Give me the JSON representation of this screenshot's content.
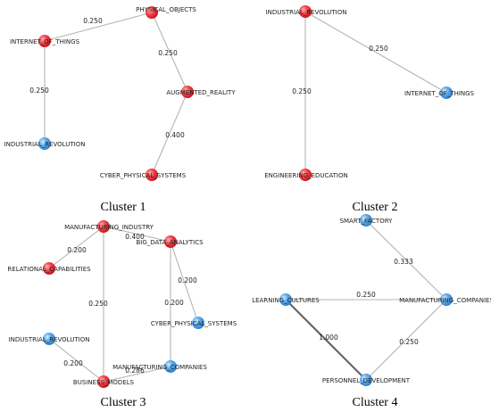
{
  "colors": {
    "red_node": "#e8222a",
    "blue_node": "#4a9ee0",
    "edge": "#b4b4b4",
    "edge_strong": "#666666"
  },
  "clusters": [
    {
      "caption": "Cluster 1",
      "nodes": [
        {
          "id": "c1_physical_objects",
          "label": "PHYSICAL_OBJECTS",
          "color": "red"
        },
        {
          "id": "c1_internet_of_things",
          "label": "INTERNET_OF_THINGS",
          "color": "red"
        },
        {
          "id": "c1_augmented_reality",
          "label": "AUGMENTED_REALITY",
          "color": "red"
        },
        {
          "id": "c1_industrial_revolution",
          "label": "INDUSTRIAL_REVOLUTION",
          "color": "blue"
        },
        {
          "id": "c1_cyber_physical_systems",
          "label": "CYBER_PHYSICAL_SYSTEMS",
          "color": "red"
        }
      ],
      "edges": [
        {
          "from": "c1_internet_of_things",
          "to": "c1_physical_objects",
          "weight": "0.250"
        },
        {
          "from": "c1_physical_objects",
          "to": "c1_augmented_reality",
          "weight": "0.250"
        },
        {
          "from": "c1_internet_of_things",
          "to": "c1_industrial_revolution",
          "weight": "0.250"
        },
        {
          "from": "c1_augmented_reality",
          "to": "c1_cyber_physical_systems",
          "weight": "0.400"
        }
      ]
    },
    {
      "caption": "Cluster 2",
      "nodes": [
        {
          "id": "c2_industrial_revolution",
          "label": "INDUSTRIAL_REVOLUTION",
          "color": "red"
        },
        {
          "id": "c2_internet_of_things",
          "label": "INTERNET_OF_THINGS",
          "color": "blue"
        },
        {
          "id": "c2_engineering_education",
          "label": "ENGINEERING_EDUCATION",
          "color": "red"
        }
      ],
      "edges": [
        {
          "from": "c2_industrial_revolution",
          "to": "c2_internet_of_things",
          "weight": "0.250"
        },
        {
          "from": "c2_industrial_revolution",
          "to": "c2_engineering_education",
          "weight": "0.250"
        }
      ]
    },
    {
      "caption": "Cluster 3",
      "nodes": [
        {
          "id": "c3_manufacturing_industry",
          "label": "MANUFACTURING_INDUSTRY",
          "color": "red"
        },
        {
          "id": "c3_big_data_analytics",
          "label": "BIG_DATA_ANALYTICS",
          "color": "red"
        },
        {
          "id": "c3_relational_capabilities",
          "label": "RELATIONAL_CAPABILITIES",
          "color": "red"
        },
        {
          "id": "c3_cyber_physical_systems",
          "label": "CYBER_PHYSICAL_SYSTEMS",
          "color": "blue"
        },
        {
          "id": "c3_industrial_revolution",
          "label": "INDUSTRIAL_REVOLUTION",
          "color": "blue"
        },
        {
          "id": "c3_manufacturing_companies",
          "label": "MANUFACTURING_COMPANIES",
          "color": "blue"
        },
        {
          "id": "c3_business_models",
          "label": "BUSINESS_MODELS",
          "color": "red"
        }
      ],
      "edges": [
        {
          "from": "c3_manufacturing_industry",
          "to": "c3_big_data_analytics",
          "weight": "0.400"
        },
        {
          "from": "c3_manufacturing_industry",
          "to": "c3_relational_capabilities",
          "weight": "0.200"
        },
        {
          "from": "c3_manufacturing_industry",
          "to": "c3_business_models",
          "weight": "0.250"
        },
        {
          "from": "c3_big_data_analytics",
          "to": "c3_cyber_physical_systems",
          "weight": "0.200"
        },
        {
          "from": "c3_big_data_analytics",
          "to": "c3_manufacturing_companies",
          "weight": "0.200"
        },
        {
          "from": "c3_industrial_revolution",
          "to": "c3_business_models",
          "weight": "0.200"
        },
        {
          "from": "c3_business_models",
          "to": "c3_manufacturing_companies",
          "weight": "0.286"
        }
      ]
    },
    {
      "caption": "Cluster 4",
      "nodes": [
        {
          "id": "c4_smart_factory",
          "label": "SMART_FACTORY",
          "color": "blue"
        },
        {
          "id": "c4_learning_cultures",
          "label": "LEARNING_CULTURES",
          "color": "blue"
        },
        {
          "id": "c4_manufacturing_companies",
          "label": "MANUFACTURING_COMPANIES",
          "color": "blue"
        },
        {
          "id": "c4_personnel_development",
          "label": "PERSONNEL_DEVELOPMENT",
          "color": "blue"
        }
      ],
      "edges": [
        {
          "from": "c4_smart_factory",
          "to": "c4_manufacturing_companies",
          "weight": "0.333"
        },
        {
          "from": "c4_learning_cultures",
          "to": "c4_manufacturing_companies",
          "weight": "0.250"
        },
        {
          "from": "c4_learning_cultures",
          "to": "c4_personnel_development",
          "weight": "1.000"
        },
        {
          "from": "c4_manufacturing_companies",
          "to": "c4_personnel_development",
          "weight": "0.250"
        }
      ]
    }
  ]
}
